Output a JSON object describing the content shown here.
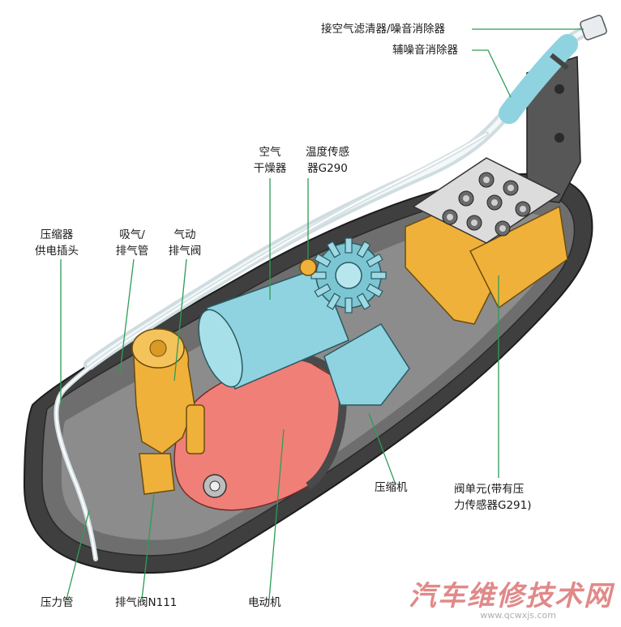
{
  "labels": {
    "air_filter_muffler": "接空气滤清器/噪音消除器",
    "aux_muffler": "辅噪音消除器",
    "air_dryer_l1": "空气",
    "air_dryer_l2": "干燥器",
    "temp_sensor_l1": "温度传感",
    "temp_sensor_l2": "器G290",
    "power_plug_l1": "压缩器",
    "power_plug_l2": "供电插头",
    "intake_pipe_l1": "吸气/",
    "intake_pipe_l2": "排气管",
    "pneumatic_valve_l1": "气动",
    "pneumatic_valve_l2": "排气阀",
    "compressor": "压缩机",
    "valve_unit_l1": "阀单元(带有压",
    "valve_unit_l2": "力传感器G291)",
    "pressure_pipe": "压力管",
    "exhaust_valve": "排气阀N111",
    "motor": "电动机"
  },
  "watermark": {
    "title": "汽车维修技术网",
    "url": "www.qcwxjs.com"
  },
  "colors": {
    "leader": "#2e9c56",
    "dryer": "#8fd3e0",
    "motor": "#f07f78",
    "valve_block": "#f0b13a",
    "housing": "#4a4a4a",
    "tube": "#e6eef0"
  }
}
